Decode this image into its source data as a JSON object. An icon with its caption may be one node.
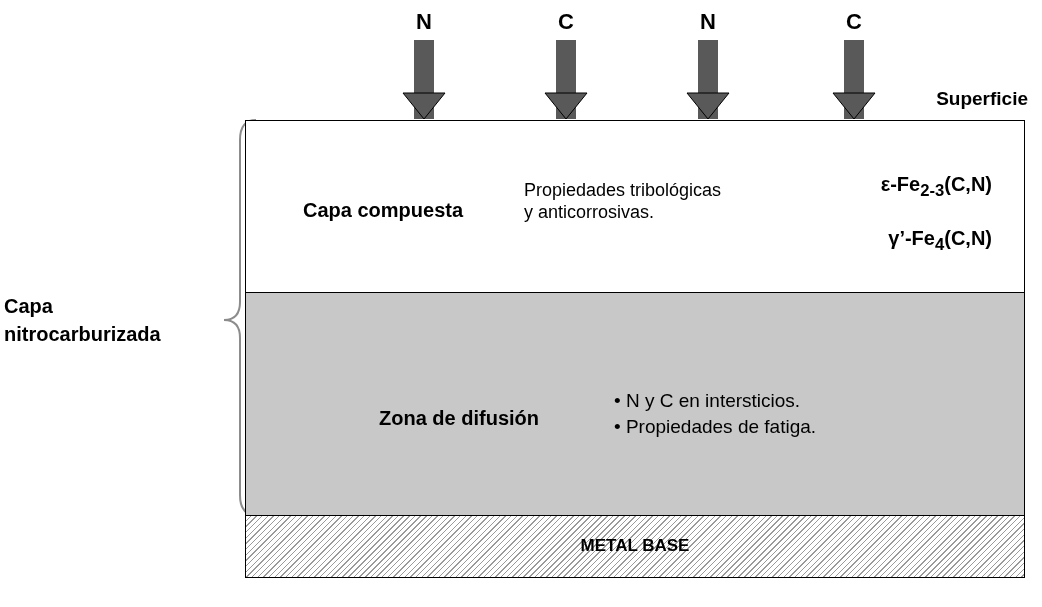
{
  "diagram": {
    "nodes": [
      {
        "text": [
          "N"
        ]
      },
      {
        "text": [
          "C"
        ]
      },
      {
        "text": [
          "N"
        ]
      },
      {
        "text": [
          "C"
        ]
      },
      {
        "text": [
          "Capa compuesta",
          "Propiedades tribológicas y anticorrosivas.",
          "ε-Fe$_{2-3}$(C,N)",
          "γ’-Fe$_{4}$(C,N)"
        ]
      },
      {
        "text": [
          "Zona de difusión",
          "• N y C en intersticios.",
          "• Propiedades de fatiga."
        ]
      },
      {
        "text": [
          "METAL BASE"
        ]
      }
    ],
    "edges": [
      {
        "from": 0,
        "to": 4,
        "arrow": "to"
      },
      {
        "from": 1,
        "to": 4,
        "arrow": "to"
      },
      {
        "from": 2,
        "to": 4,
        "arrow": "to"
      },
      {
        "from": 3,
        "to": 4,
        "arrow": "to"
      }
    ],
    "labels": [
      "Superficie",
      "Capa nitrocarburizada"
    ]
  }
}
